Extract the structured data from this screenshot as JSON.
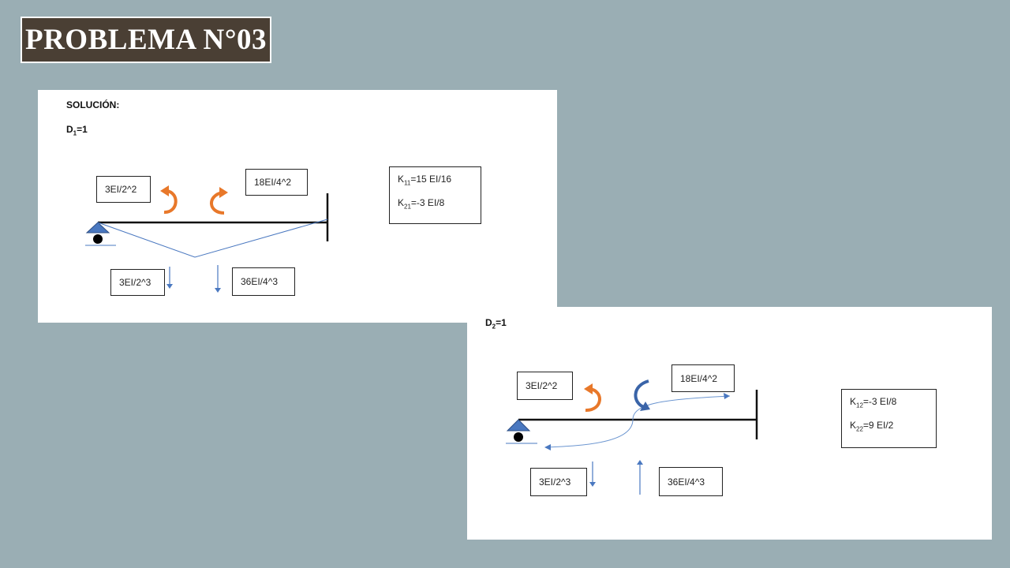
{
  "slide_title": "PROBLEMA N°03",
  "panel1": {
    "heading": "SOLUCIÓN:",
    "case_label": "D",
    "case_sub": "1",
    "case_value": "=1",
    "moment_left": "3EI/2^2",
    "moment_right": "18EI/4^2",
    "shear_left": "3EI/2^3",
    "shear_right": "36EI/4^3",
    "k_lines": [
      {
        "k": "K",
        "sub": "11",
        "val": "=15 EI/16"
      },
      {
        "k": "K",
        "sub": "21",
        "val": "=-3 EI/8"
      }
    ]
  },
  "panel2": {
    "case_label": "D",
    "case_sub": "2",
    "case_value": "=1",
    "moment_left": "3EI/2^2",
    "moment_right": "18EI/4^2",
    "shear_left": "3EI/2^3",
    "shear_right": "36EI/4^3",
    "k_lines": [
      {
        "k": "K",
        "sub": "12",
        "val": "=-3 EI/8"
      },
      {
        "k": "K",
        "sub": "22",
        "val": "=9 EI/2"
      }
    ]
  },
  "colors": {
    "background": "#9aaeb4",
    "title_bg": "#4a3f34",
    "orange_arrow": "#e8782a",
    "blue_arrow": "#3a64a8",
    "deflection_line": "#4a78c0"
  }
}
